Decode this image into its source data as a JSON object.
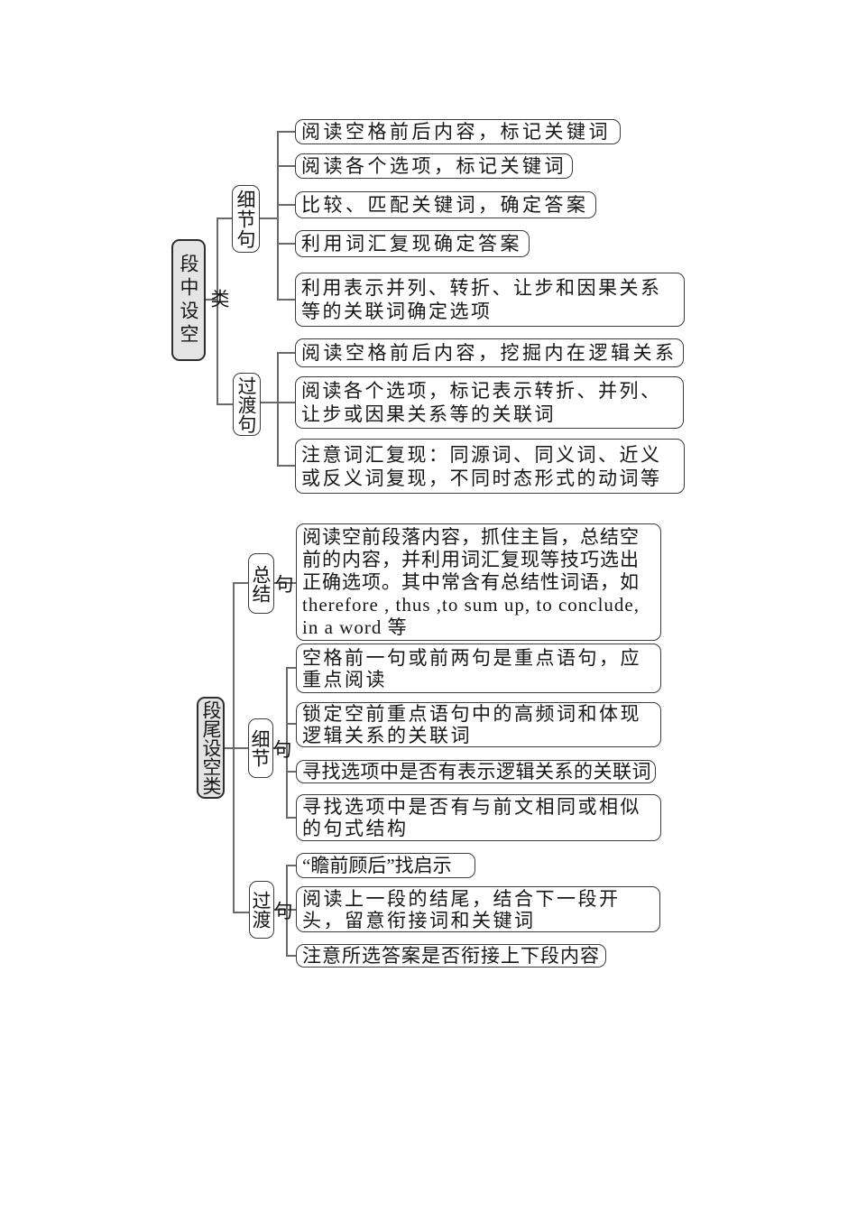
{
  "style": {
    "background": "#ffffff",
    "root_fill": "#e4e4e4",
    "box_border": "#3c3c3c",
    "line_color": "#6a6a6a",
    "text_color": "#161616"
  },
  "trees": [
    {
      "root": "段中设空类",
      "branches": [
        {
          "label": "细节句",
          "leaves": [
            "阅读空格前后内容，标记关键词",
            "阅读各个选项，标记关键词",
            "比较、匹配关键词，确定答案",
            "利用词汇复现确定答案",
            "利用表示并列、转折、让步和因果关系等的关联词确定选项"
          ]
        },
        {
          "label": "过渡句",
          "leaves": [
            "阅读空格前后内容，挖掘内在逻辑关系",
            "阅读各个选项，标记表示转折、并列、让步或因果关系等的关联词",
            "注意词汇复现：同源词、同义词、近义或反义词复现，不同时态形式的动词等"
          ]
        }
      ]
    },
    {
      "root": "段尾设空类",
      "branches": [
        {
          "label": "总结句",
          "leaves": [
            "阅读空前段落内容，抓住主旨，总结空前的内容，并利用词汇复现等技巧选出正确选项。其中常含有总结性词语，如therefore , thus ,to sum up, to conclude, in a word 等"
          ]
        },
        {
          "label": "细节句",
          "leaves": [
            "空格前一句或前两句是重点语句，应重点阅读",
            "锁定空前重点语句中的高频词和体现逻辑关系的关联词",
            "寻找选项中是否有表示逻辑关系的关联词",
            "寻找选项中是否有与前文相同或相似的句式结构"
          ]
        },
        {
          "label": "过渡句",
          "leaves": [
            "“瞻前顾后”找启示",
            "阅读上一段的结尾，结合下一段开头，留意衔接词和关键词",
            "注意所选答案是否衔接上下段内容"
          ]
        }
      ]
    }
  ]
}
